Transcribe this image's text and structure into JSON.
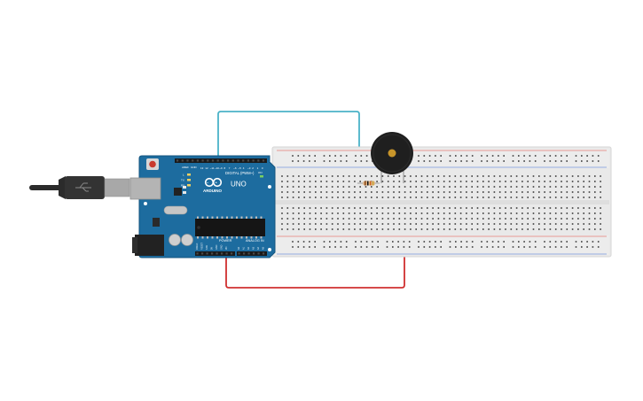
{
  "canvas": {
    "background": "#ffffff"
  },
  "arduino": {
    "brand": "ARDUINO",
    "model": "UNO",
    "header_digital": "DIGITAL (PWM~)",
    "header_power": "POWER",
    "header_analog": "ANALOG IN",
    "reset_label": "RESET",
    "aref_label": "AREF",
    "gnd_label": "GND",
    "tx_label": "TX",
    "rx_label": "RX",
    "l_label": "L",
    "on_label": "ON",
    "board_color": "#1d6c9f",
    "board_edge": "#14557f"
  },
  "usb_cable": {
    "icon": "usb-cable-icon",
    "color": "#2b2b2b",
    "plug_color": "#a8a8a8"
  },
  "breadboard": {
    "color": "#e9e9e9",
    "hole_color": "#3a3a3a",
    "rail_red": "#e0443a",
    "rail_blue": "#3a6fd6"
  },
  "buzzer": {
    "icon": "piezo-buzzer-icon",
    "body_color": "#1f1f1f",
    "center_color": "#c8952a"
  },
  "resistor": {
    "icon": "resistor-icon",
    "body_color": "#d9b48a",
    "bands": [
      "#8b4513",
      "#111111",
      "#d2691e",
      "#c9a227"
    ]
  },
  "wires": [
    {
      "name": "signal-wire",
      "color": "#4bb3c8"
    },
    {
      "name": "ground-wire",
      "color": "#d03030"
    }
  ]
}
